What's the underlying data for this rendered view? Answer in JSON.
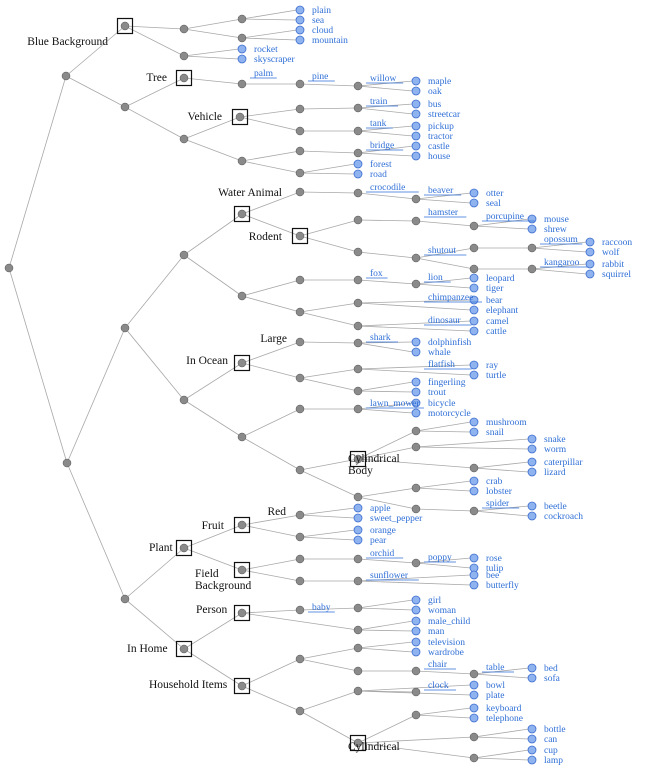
{
  "tree": {
    "pairs": [
      [
        "plain",
        "sea"
      ],
      [
        "cloud",
        "mountain"
      ],
      [
        "rocket",
        "skyscraper"
      ],
      [
        "maple",
        "oak"
      ],
      [
        "bus",
        "streetcar"
      ],
      [
        "pickup",
        "tractor"
      ],
      [
        "castle",
        "house"
      ],
      [
        "forest",
        "road"
      ],
      [
        "otter",
        "seal"
      ],
      [
        "mouse",
        "shrew"
      ],
      [
        "raccoon",
        "wolf"
      ],
      [
        "rabbit",
        "squirrel"
      ],
      [
        "leopard",
        "tiger"
      ],
      [
        "bear",
        "elephant"
      ],
      [
        "camel",
        "cattle"
      ],
      [
        "dolphinfish",
        "whale"
      ],
      [
        "ray",
        "turtle"
      ],
      [
        "fingerling",
        "trout"
      ],
      [
        "bicycle",
        "motorcycle"
      ],
      [
        "mushroom",
        "snail"
      ],
      [
        "snake",
        "worm"
      ],
      [
        "caterpillar",
        "lizard"
      ],
      [
        "crab",
        "lobster"
      ],
      [
        "beetle",
        "cockroach"
      ],
      [
        "apple",
        "sweet_pepper"
      ],
      [
        "orange",
        "pear"
      ],
      [
        "rose",
        "tulip"
      ],
      [
        "bee",
        "butterfly"
      ],
      [
        "girl",
        "woman"
      ],
      [
        "male_child",
        "man"
      ],
      [
        "television",
        "wardrobe"
      ],
      [
        "bed",
        "sofa"
      ],
      [
        "bowl",
        "plate"
      ],
      [
        "keyboard",
        "telephone"
      ],
      [
        "bottle",
        "can"
      ],
      [
        "cup",
        "lamp"
      ]
    ],
    "branch_labels": [
      "palm",
      "pine",
      "willow",
      "train",
      "tank",
      "bridge",
      "crocodile",
      "beaver",
      "hamster",
      "porcupine",
      "shutout",
      "opossum",
      "kangaroo",
      "fox",
      "lion",
      "chimpanzee",
      "dinosaur",
      "shark",
      "flatfish",
      "lawn_mower",
      "spider",
      "orchid",
      "poppy",
      "sunflower",
      "baby",
      "chair",
      "table",
      "clock"
    ],
    "groups": [
      "Blue Background",
      "Tree",
      "Vehicle",
      "Water Animal",
      "Rodent",
      "Large",
      "In Ocean",
      "Cylindrical Body",
      "Fruit",
      "Red",
      "Plant",
      "Field Background",
      "Person",
      "In Home",
      "Household Items",
      "Cylindrical"
    ]
  }
}
